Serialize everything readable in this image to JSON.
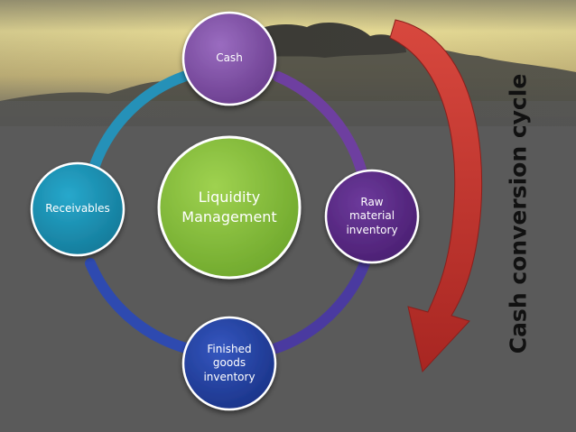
{
  "diagram": {
    "center": {
      "label": "Liquidity\nManagement"
    },
    "nodes": [
      {
        "id": "cash",
        "label": "Cash"
      },
      {
        "id": "raw",
        "label": "Raw\nmaterial\ninventory"
      },
      {
        "id": "finished",
        "label": "Finished\ngoods\ninventory"
      },
      {
        "id": "receivables",
        "label": "Receivables"
      }
    ],
    "side_label": "Cash conversion cycle"
  },
  "colors": {
    "background_gray": "#5a5a5a",
    "sky_yellow": "#e8d890",
    "cash_purple": "#7e4f9f",
    "raw_purple": "#5b2a86",
    "finished_blue": "#1f3fa0",
    "receivables_teal": "#1a8fb0",
    "center_green": "#8cc540",
    "arrow_red": "#c0312c"
  }
}
